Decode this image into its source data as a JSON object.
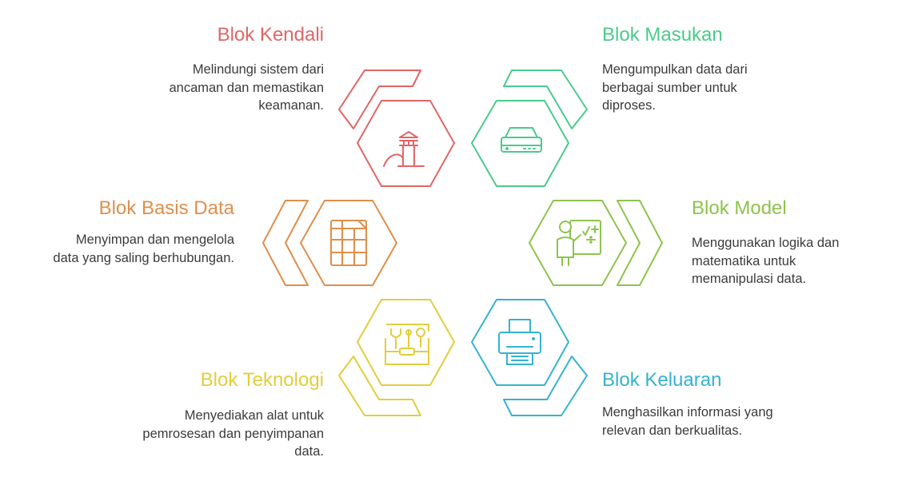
{
  "colors": {
    "kendali": "#E06666",
    "masukan": "#4ACB8C",
    "basis": "#DE8F4B",
    "model": "#8DC44B",
    "teknologi": "#E2CD3C",
    "keluaran": "#35B3CF",
    "text": "#3b3b3b"
  },
  "blocks": {
    "kendali": {
      "title": "Blok Kendali",
      "desc": [
        "Melindungi sistem dari",
        "ancaman dan memastikan",
        "keamanan."
      ],
      "icon": "lighthouse-icon"
    },
    "masukan": {
      "title": "Blok Masukan",
      "desc": [
        "Mengumpulkan data dari",
        "berbagai sumber untuk",
        "diproses."
      ],
      "icon": "hard-drive-icon"
    },
    "basis": {
      "title": "Blok Basis Data",
      "desc": [
        "Menyimpan dan mengelola",
        "data yang saling berhubungan."
      ],
      "icon": "table-sheet-icon"
    },
    "model": {
      "title": "Blok Model",
      "desc": [
        "Menggunakan logika dan",
        "matematika untuk",
        "memanipulasi data."
      ],
      "icon": "teacher-math-board-icon"
    },
    "teknologi": {
      "title": "Blok Teknologi",
      "desc": [
        "Menyediakan alat untuk",
        "pemrosesan dan penyimpanan",
        "data."
      ],
      "icon": "toolbox-icon"
    },
    "keluaran": {
      "title": "Blok Keluaran",
      "desc": [
        "Menghasilkan informasi yang",
        "relevan dan berkualitas."
      ],
      "icon": "printer-icon"
    }
  }
}
